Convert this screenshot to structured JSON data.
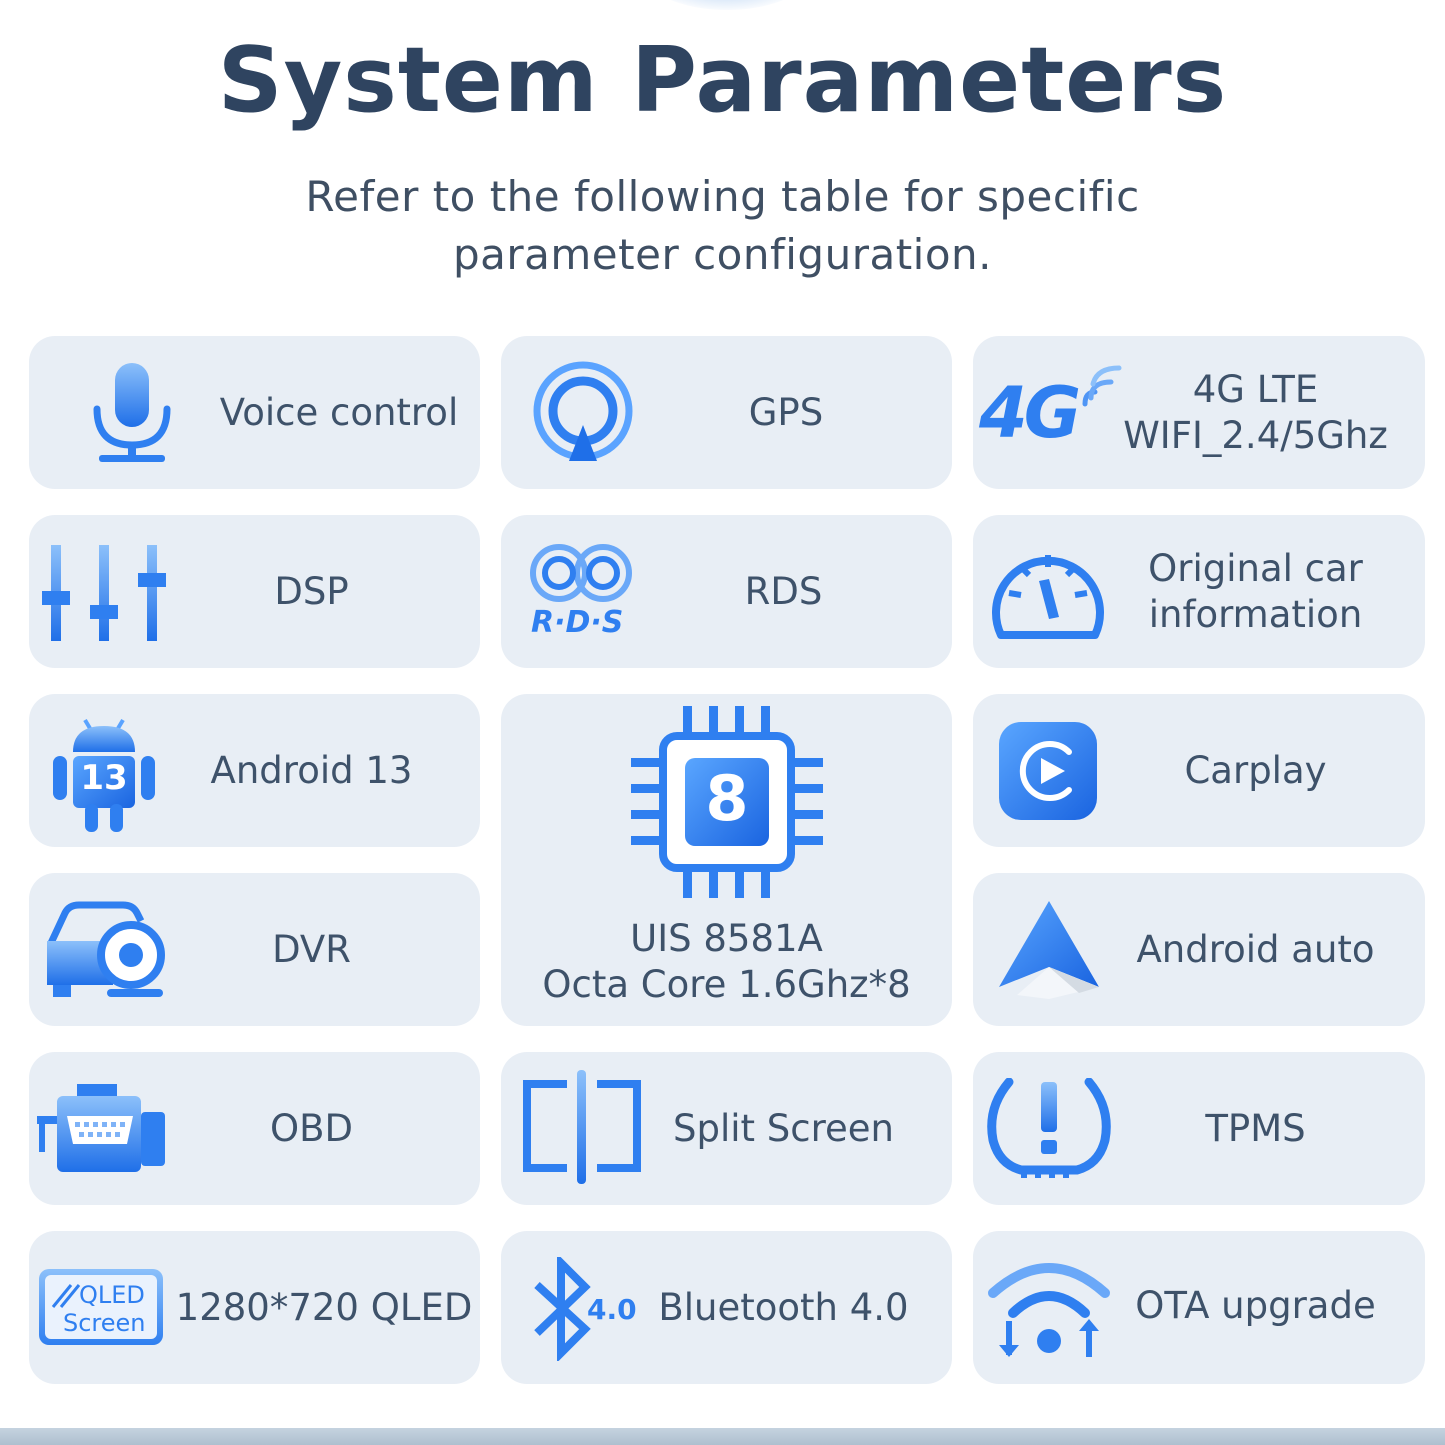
{
  "header": {
    "title": "System Parameters",
    "subtitle_line1": "Refer to the following table for specific",
    "subtitle_line2": "parameter configuration."
  },
  "features": {
    "voice": {
      "label": "Voice control",
      "icon": "microphone-icon"
    },
    "gps": {
      "label": "GPS",
      "icon": "gps-icon"
    },
    "lte": {
      "line1": "4G LTE",
      "line2": "WIFI_2.4/5Ghz",
      "icon": "4g-icon",
      "icon_text": "4G"
    },
    "dsp": {
      "label": "DSP",
      "icon": "equalizer-icon"
    },
    "rds": {
      "label": "RDS",
      "icon": "rds-icon",
      "icon_text": "R·D·S"
    },
    "car_info": {
      "line1": "Original car",
      "line2": "information",
      "icon": "speedometer-icon"
    },
    "android": {
      "label": "Android 13",
      "icon": "android-robot-icon",
      "icon_text": "13"
    },
    "cpu": {
      "line1": "UIS 8581A",
      "line2": "Octa Core 1.6Ghz*8",
      "icon": "cpu-chip-icon",
      "icon_text": "8"
    },
    "carplay": {
      "label": "Carplay",
      "icon": "carplay-icon"
    },
    "dvr": {
      "label": "DVR",
      "icon": "car-camera-icon"
    },
    "android_auto": {
      "label": "Android auto",
      "icon": "android-auto-icon"
    },
    "obd": {
      "label": "OBD",
      "icon": "engine-icon"
    },
    "split": {
      "label": "Split Screen",
      "icon": "split-screen-icon"
    },
    "tpms": {
      "label": "TPMS",
      "icon": "tire-pressure-icon"
    },
    "qled": {
      "label": "1280*720 QLED",
      "icon": "qled-screen-icon",
      "icon_line1": "QLED",
      "icon_line2": "Screen"
    },
    "bluetooth": {
      "label": "Bluetooth 4.0",
      "icon": "bluetooth-icon",
      "icon_text": "4.0"
    },
    "ota": {
      "label": "OTA upgrade",
      "icon": "wifi-upgrade-icon"
    }
  },
  "colors": {
    "card_bg": "#e8eef5",
    "icon_blue": "#2f7ff0",
    "icon_light": "#7fb3f7",
    "title": "#2f4460",
    "text": "#3e526a"
  }
}
